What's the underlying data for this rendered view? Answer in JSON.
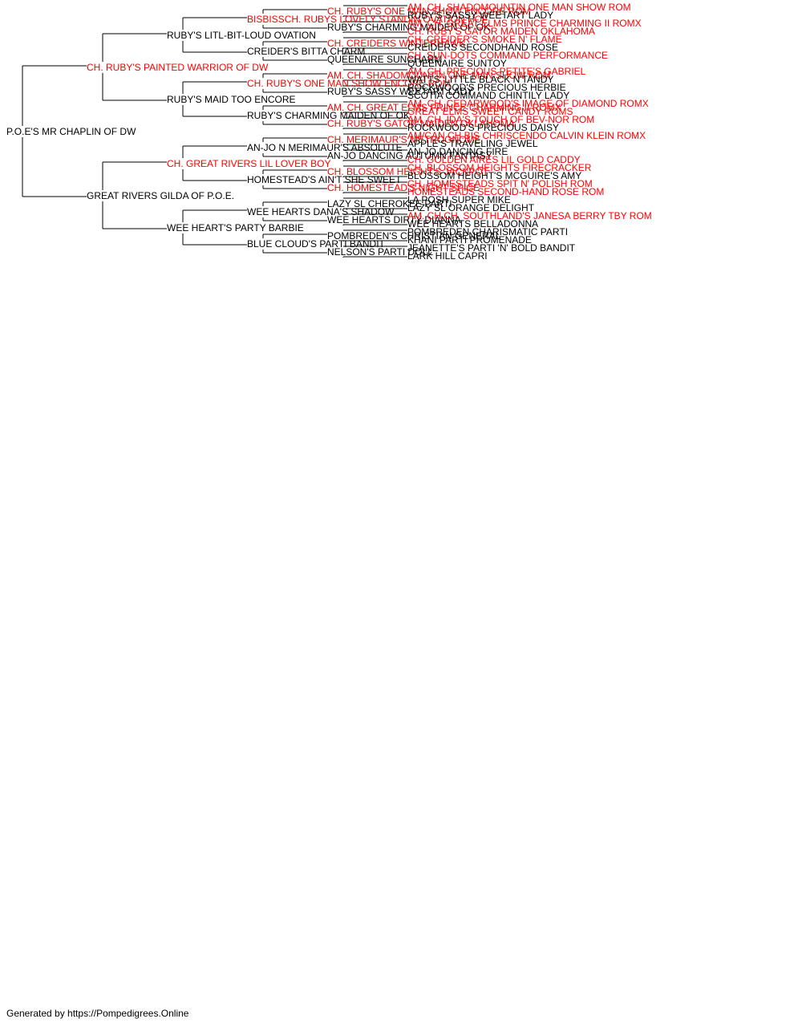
{
  "colors": {
    "champion": "#ff0000",
    "normal": "#000000",
    "line": "#000000"
  },
  "footer": "Generated by https://Pompedigrees.Online",
  "pedigree": {
    "name": "P.O.E'S MR CHAPLIN OF DW",
    "champion": false,
    "sire": {
      "name": "CH. RUBY'S PAINTED WARRIOR OF DW",
      "champion": true,
      "sire": {
        "name": "RUBY'S LITL-BIT-LOUD OVATION",
        "champion": false,
        "sire": {
          "name": "BISBISSCH. RUBYS LOVELY STANDIN OVATION HOF",
          "champion": true,
          "sire": {
            "name": "CH. RUBY'S ONE MAN SHOW ENCORE ROM",
            "champion": true,
            "sire": {
              "name": "AM. CH. SHADOMOUNTIN ONE MAN SHOW ROM",
              "champion": true
            },
            "dam": {
              "name": "RUBY'S SASSY WEETART LADY",
              "champion": false
            }
          },
          "dam": {
            "name": "RUBY'S CHARMING MAIDEN OF OK",
            "champion": false,
            "sire": {
              "name": "AM. CH. GREAT ELMS PRINCE CHARMING II ROMX",
              "champion": true
            },
            "dam": {
              "name": "CH. RUBY'S GATOR MAIDEN OKLAHOMA",
              "champion": true
            }
          }
        },
        "dam": {
          "name": "CREIDER'S BITTA CHARM",
          "champion": false,
          "sire": {
            "name": "CH. CREIDERS WINTERHAWK",
            "champion": true,
            "sire": {
              "name": "CH. CREIDER'S SMOKE N' FLAME",
              "champion": true
            },
            "dam": {
              "name": "CREIDERS SECONDHAND ROSE",
              "champion": false
            }
          },
          "dam": {
            "name": "QUEENAIRE SUNCHARM",
            "champion": false,
            "sire": {
              "name": "CH. SUN-DOTS COMMAND PERFORMANCE",
              "champion": true
            },
            "dam": {
              "name": "QUEENAIRE SUNTOY",
              "champion": false
            }
          }
        }
      },
      "dam": {
        "name": "RUBY'S MAID TOO ENCORE",
        "champion": false,
        "sire": {
          "name": "CH. RUBY'S ONE MAN SHOW ENCORE ROM",
          "champion": true,
          "sire": {
            "name": "AM. CH. SHADOMOUNTIN ONE MAN SHOW ROM",
            "champion": true,
            "sire": {
              "name": "AM. CH. PRECIOUS PETITE'S GABRIEL",
              "champion": true
            },
            "dam": {
              "name": "WATTS' LITTLE BLACK N'TANDY",
              "champion": false
            }
          },
          "dam": {
            "name": "RUBY'S SASSY WEETART LADY",
            "champion": false,
            "sire": {
              "name": "ROCKWOOD'S PRECIOUS HERBIE",
              "champion": false
            },
            "dam": {
              "name": "SCOTIA COMMAND CHINTILY LADY",
              "champion": false
            }
          }
        },
        "dam": {
          "name": "RUBY'S CHARMING MAIDEN OF OK",
          "champion": false,
          "sire": {
            "name": "AM. CH. GREAT ELMS PRINCE CHARMING II ROMX",
            "champion": true,
            "sire": {
              "name": "AM. CH. CEDARWOOD'S IMAGE OF DIAMOND ROMX",
              "champion": true
            },
            "dam": {
              "name": "GREAT ELMS SWEET CANDY ROMS",
              "champion": true
            }
          },
          "dam": {
            "name": "CH. RUBY'S GATOR MAIDEN OKLAHOMA",
            "champion": true,
            "sire": {
              "name": "AM. CH. IDA'S TOUCH OF BEV-NOR ROM",
              "champion": true
            },
            "dam": {
              "name": "ROCKWOOD'S PRECIOUS DAISY",
              "champion": false
            }
          }
        }
      }
    },
    "dam": {
      "name": "GREAT RIVERS GILDA OF P.O.E.",
      "champion": false,
      "sire": {
        "name": "CH. GREAT RIVERS LIL LOVER BOY",
        "champion": true,
        "sire": {
          "name": "AN-JO N MERIMAUR'S ABSOLUTE",
          "champion": false,
          "sire": {
            "name": "CH. MERIMAUR'S METROGNOME",
            "champion": true,
            "sire": {
              "name": "AM/CAN CH.BIS CHRISCENDO CALVIN KLEIN ROMX",
              "champion": true
            },
            "dam": {
              "name": "APPLE'S TRAVELING JEWEL",
              "champion": false
            }
          },
          "dam": {
            "name": "AN-JO DANCING AUTUMN FANTASY",
            "champion": false,
            "sire": {
              "name": "AN-JO DANCING FIRE",
              "champion": false
            },
            "dam": {
              "name": "CH. GOLDEN AIRES LIL GOLD CADDY",
              "champion": true
            }
          }
        },
        "dam": {
          "name": "HOMESTEAD'S AIN'T SHE SWEET",
          "champion": false,
          "sire": {
            "name": "CH. BLOSSOM HEIGHT'S JACKPOT",
            "champion": true,
            "sire": {
              "name": "CH. BLOSSOM HEIGHTS FIRECRACKER",
              "champion": true
            },
            "dam": {
              "name": "BLOSSOM HEIGHT'S MCGUIRE'S AMY",
              "champion": false
            }
          },
          "dam": {
            "name": "CH. HOMESTEAD'S NIGHT SPICE",
            "champion": true,
            "sire": {
              "name": "CH. HOMESTEADS SPIT N' POLISH ROM",
              "champion": true
            },
            "dam": {
              "name": "HOMESTEADS SECOND-HAND ROSE ROM",
              "champion": true
            }
          }
        }
      },
      "dam": {
        "name": "WEE HEART'S PARTY BARBIE",
        "champion": false,
        "sire": {
          "name": "WEE HEARTS DANA'S SHADOW",
          "champion": false,
          "sire": {
            "name": "LAZY SL CHEROKEE PARTI",
            "champion": false,
            "sire": {
              "name": "LA POSH SUPER MIKE",
              "champion": false
            },
            "dam": {
              "name": "LAZY SL ORANGE DELIGHT",
              "champion": false
            }
          },
          "dam": {
            "name": "WEE HEARTS DIRTY DIANNA",
            "champion": false,
            "sire": {
              "name": "AM. CH.CH. SOUTHLAND'S JANESA BERRY TBY ROM",
              "champion": true
            },
            "dam": {
              "name": "WEE HEARTS BELLADONNA",
              "champion": false
            }
          }
        },
        "dam": {
          "name": "BLUE CLOUD'S PARTI BANDIT",
          "champion": false,
          "sire": {
            "name": "POMBREDEN'S CHRISTIAN GENERAL",
            "champion": false,
            "sire": {
              "name": "POMBREDEN CHARISMATIC PARTI",
              "champion": false
            },
            "dam": {
              "name": "KHANI PARTI PROMENADE",
              "champion": false
            }
          },
          "dam": {
            "name": "NELSON'S PARTI DOLL",
            "champion": false,
            "sire": {
              "name": "JEANETTE'S PARTI 'N' BOLD BANDIT",
              "champion": false
            },
            "dam": {
              "name": "LARK HILL CAPRI",
              "champion": false
            }
          }
        }
      }
    }
  }
}
